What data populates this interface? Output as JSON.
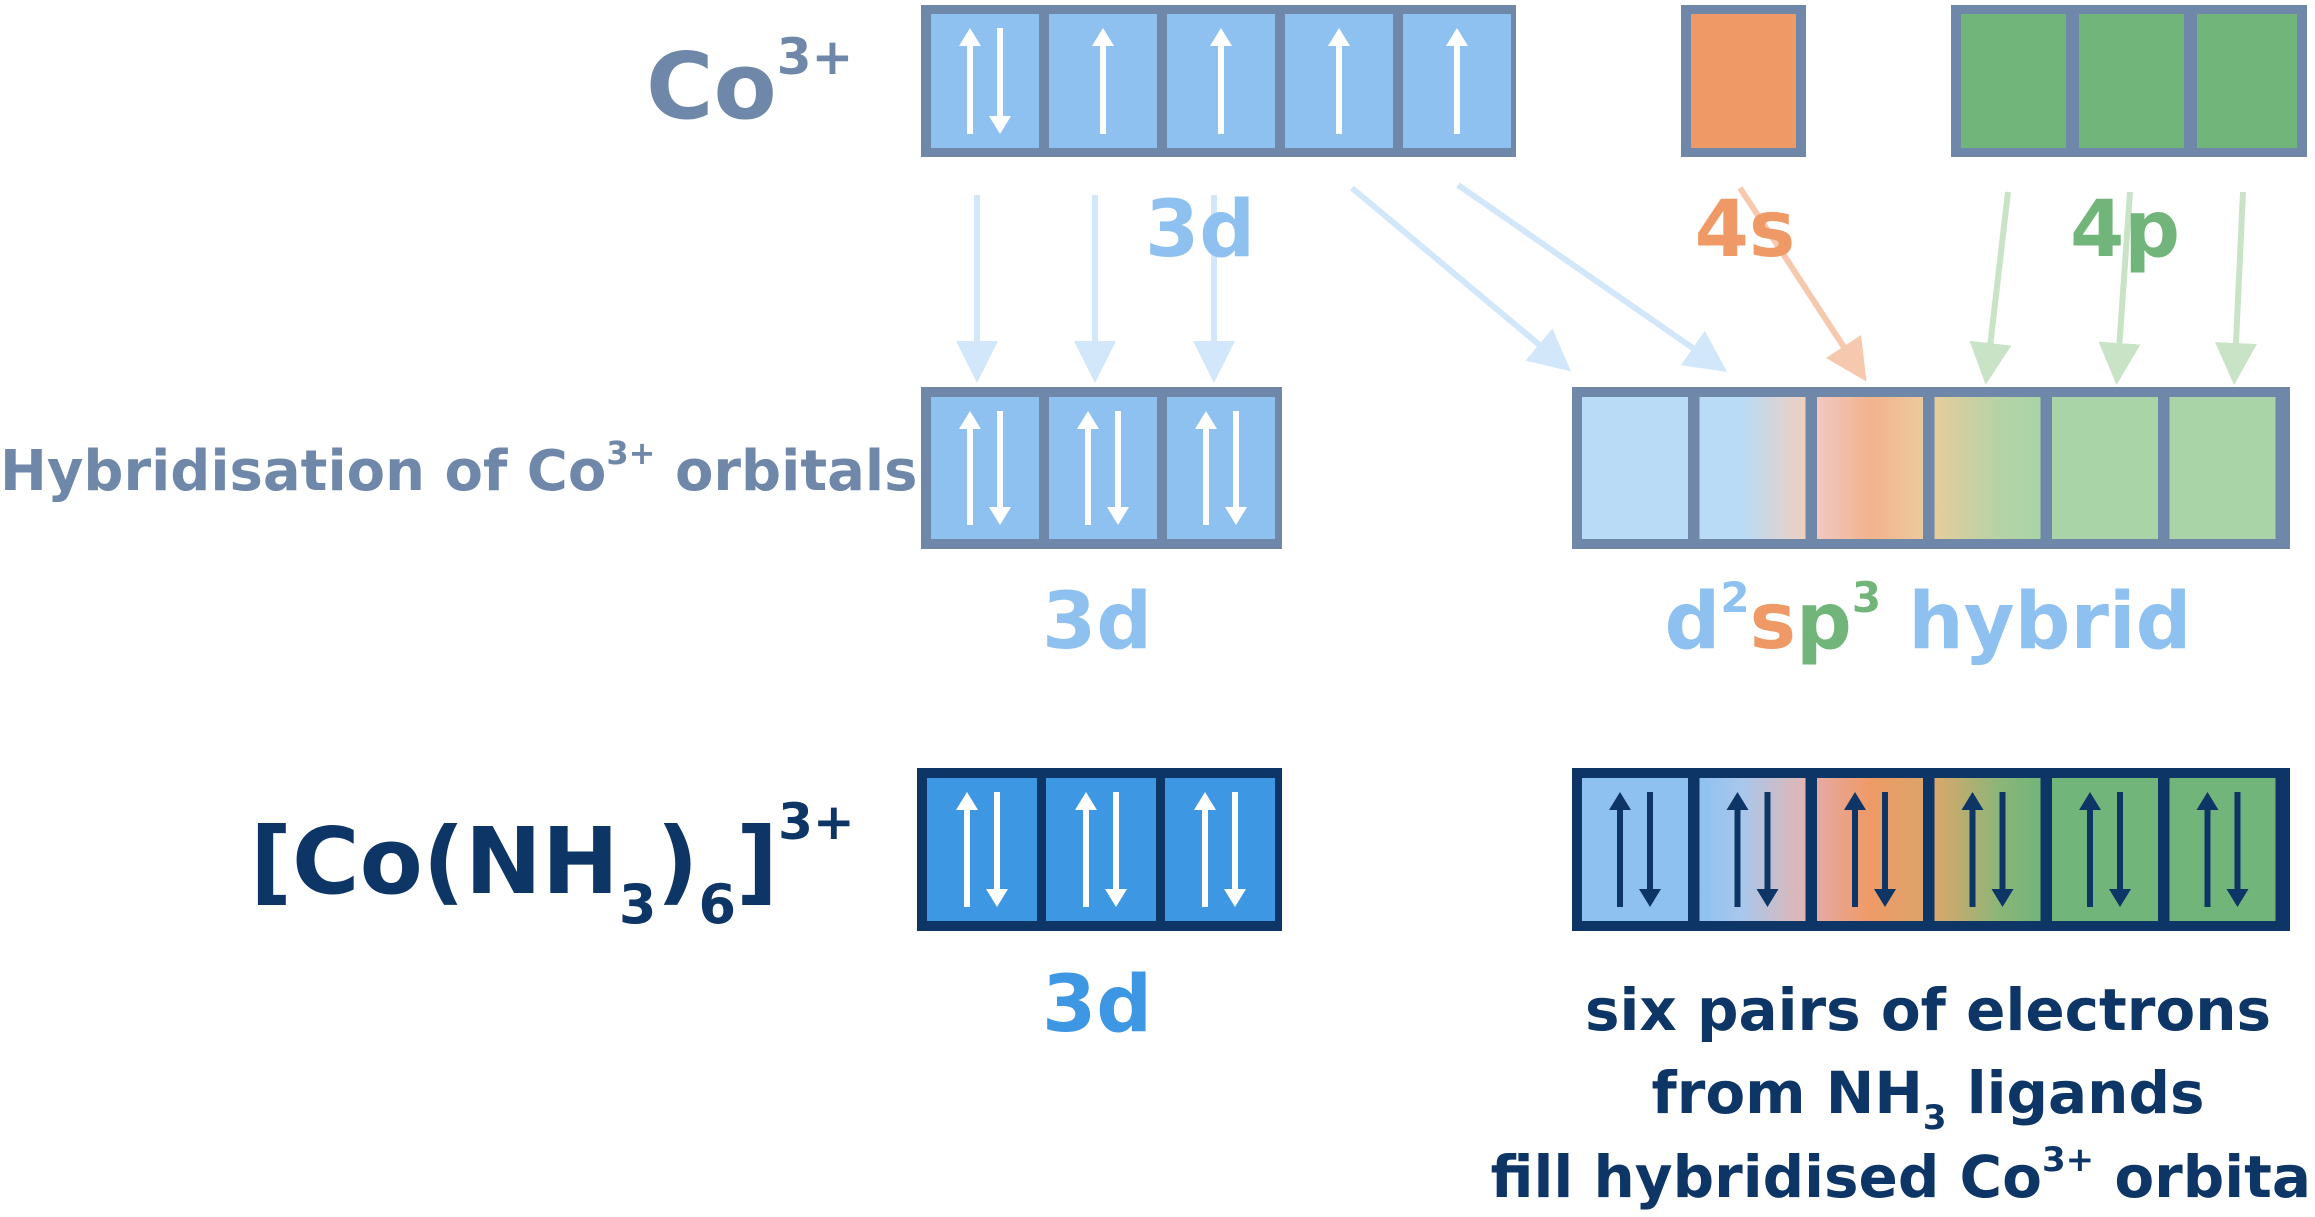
{
  "row1": {
    "ion": {
      "symbol": "Co",
      "charge": "3+"
    },
    "label_3d": "3d",
    "label_4s": "4s",
    "label_4p": "4p",
    "boxes_3d": [
      "updown",
      "up",
      "up",
      "up",
      "up"
    ],
    "boxes_4s": [
      "empty"
    ],
    "boxes_4p": [
      "empty",
      "empty",
      "empty"
    ]
  },
  "row2": {
    "title": {
      "text": "Hybridisation of Co",
      "charge": "3+",
      "suffix": " orbitals"
    },
    "label_3d": "3d",
    "hybrid_label": {
      "d": "d",
      "d_exp": "2",
      "s": "s",
      "p": "p",
      "p_exp": "3",
      "word": " hybrid"
    },
    "boxes_3d": [
      "updown",
      "updown",
      "updown"
    ],
    "hybrid_boxes": [
      "empty",
      "empty",
      "empty",
      "empty",
      "empty",
      "empty"
    ]
  },
  "row3": {
    "complex": {
      "open": "[Co(NH",
      "sub3": "3",
      "close_paren": ")",
      "sub6": "6",
      "close_bracket": "]",
      "charge": "3+"
    },
    "label_3d": "3d",
    "boxes_3d": [
      "updown",
      "updown",
      "updown"
    ],
    "hybrid_boxes": [
      "updown",
      "updown",
      "updown",
      "updown",
      "updown",
      "updown"
    ],
    "note": {
      "line1": "six pairs of electrons",
      "line2_pre": "from NH",
      "line2_sub": "3",
      "line2_post": " ligands",
      "line3_pre": "fill hybridised Co",
      "line3_charge": "3+",
      "line3_post": " orbitals"
    }
  },
  "colors": {
    "slate": "#6f87a8",
    "d_light": "#8ec1f0",
    "d_pale": "#b9dbf6",
    "s_orange": "#ef9a66",
    "p_green": "#72b57a",
    "p_pale": "#a8d4a8",
    "navy": "#0d3566",
    "d_dark": "#3d97e3"
  }
}
